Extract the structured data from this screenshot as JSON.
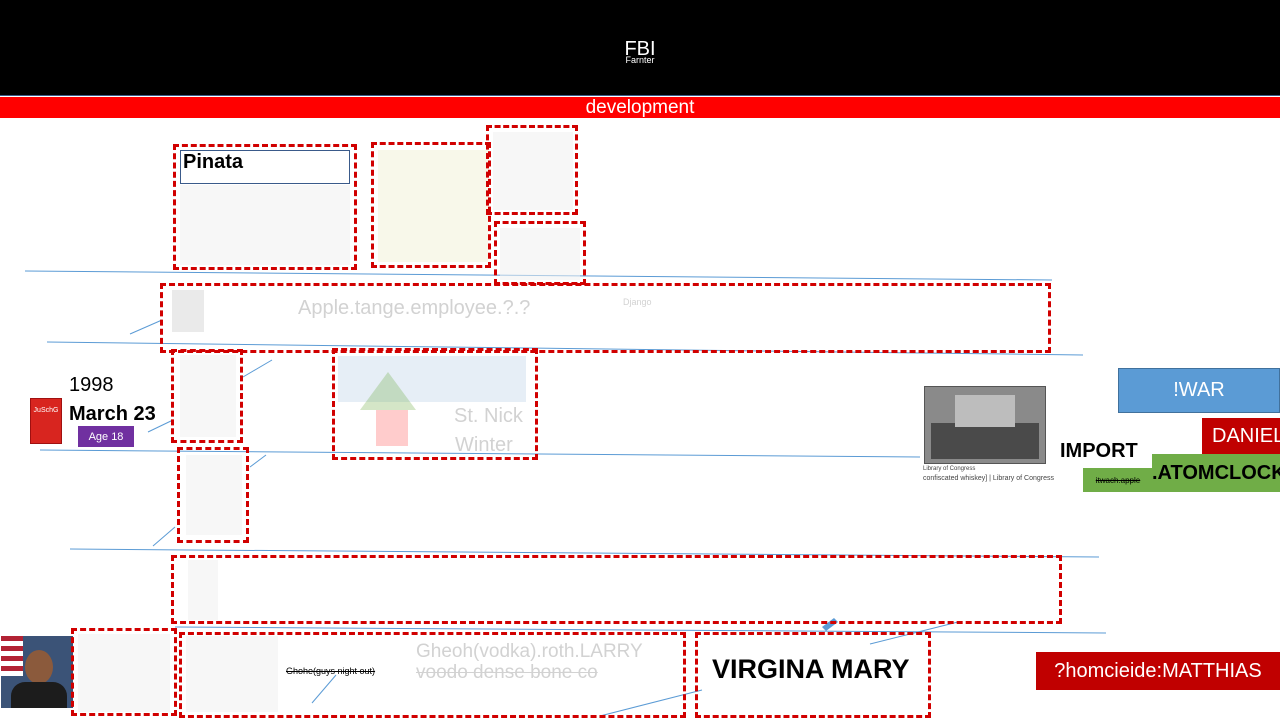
{
  "header": {
    "title": "FBI",
    "subtitle": "Farnter"
  },
  "devbar": {
    "label": "development"
  },
  "pinata": {
    "label": "Pinata"
  },
  "row1": {
    "label": "Apple.tange.employee.?.?",
    "small": "Django"
  },
  "timeline": {
    "year": "1998",
    "date": "March 23",
    "age": "Age 18",
    "book_title": "JuSchG"
  },
  "winter": {
    "line1": "St. Nick",
    "line2": "Winter"
  },
  "photo": {
    "caption_source": "Library of Congress",
    "caption": "confiscated whiskey] | Library of Congress"
  },
  "import_label": "IMPORT",
  "buttons": {
    "war": "!WAR",
    "daniel": "DANIEL",
    "atom_small": "itwach.apple",
    "atom": ".ATOMCLOCK",
    "homicide": "?homcieide:MATTHIAS"
  },
  "bottom": {
    "guys_night": "Ghohe(guys night out)",
    "ghost_line1": "Gheoh(vodka).roth.LARRY",
    "ghost_line2": "voodo dense bone co",
    "virgina": "VIRGINA MARY"
  },
  "colors": {
    "red": "#ff0000",
    "dash": "#d10000",
    "blue": "#5b9bd5",
    "darkred": "#c00000",
    "green": "#70ad47",
    "purple": "#7030a0"
  }
}
